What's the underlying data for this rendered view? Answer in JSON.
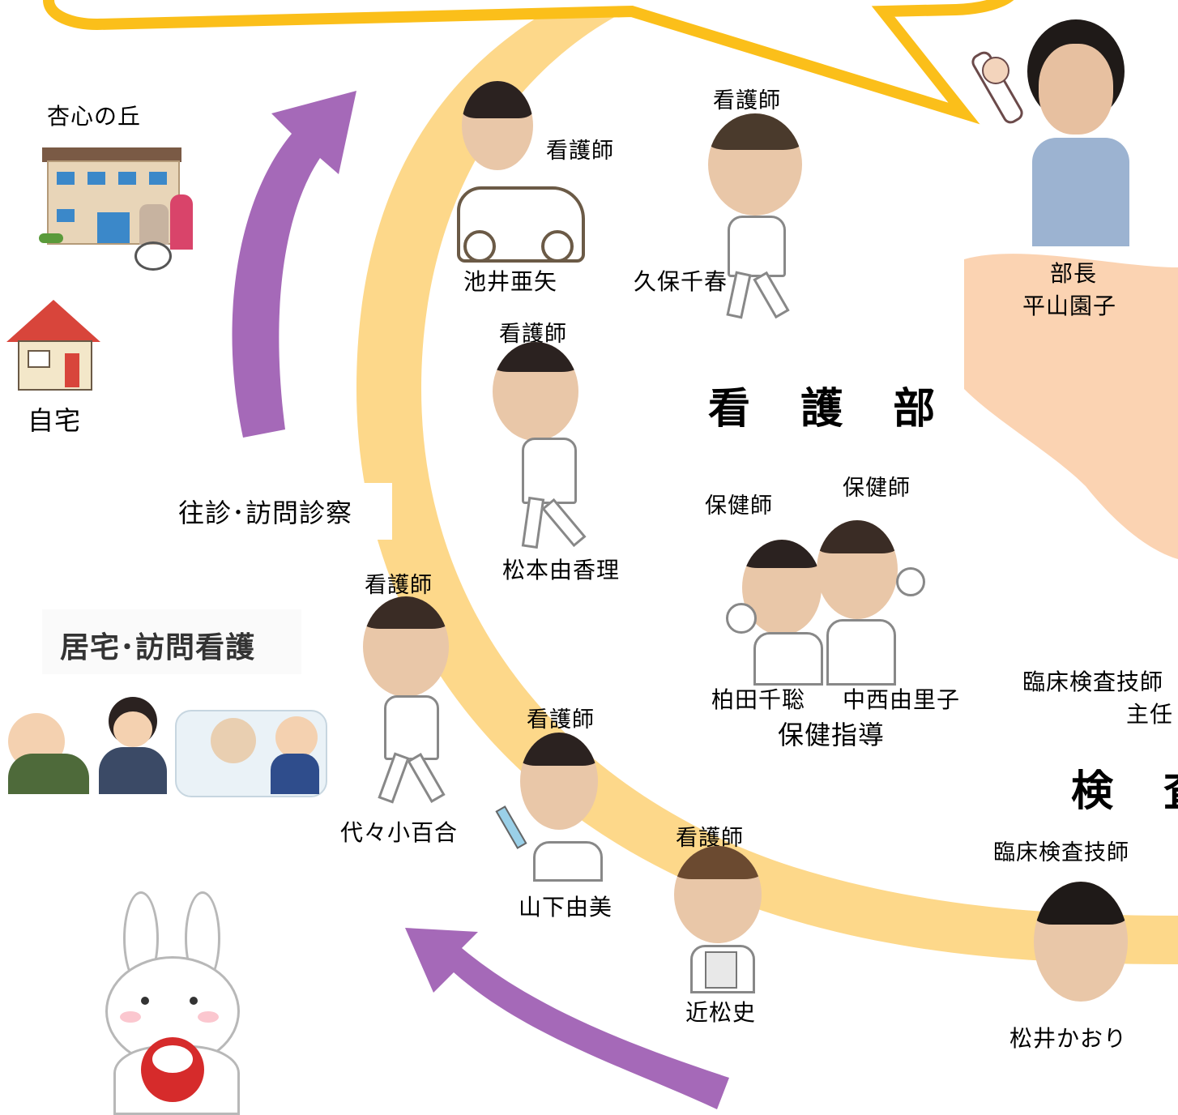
{
  "colors": {
    "ring": "#fdd88a",
    "speech_border": "#fbbf1a",
    "arrow": "#a569b8",
    "hand": "#fbd3b2"
  },
  "places": {
    "facility": "杏心の丘",
    "home": "自宅",
    "house_visit": "往診･訪問診察",
    "home_nursing": "居宅･訪問看護"
  },
  "nursing_dept": {
    "title": "看 護 部",
    "head": {
      "role": "部長",
      "name": "平山園子"
    },
    "staff": [
      {
        "role": "看護師",
        "name": "池井亜矢"
      },
      {
        "role": "看護師",
        "name": "久保千春"
      },
      {
        "role": "看護師",
        "name": "松本由香理"
      },
      {
        "role": "看護師",
        "name": "代々小百合"
      },
      {
        "role": "看護師",
        "name": "山下由美"
      },
      {
        "role": "看護師",
        "name": "近松史"
      }
    ],
    "health": {
      "role1": "保健師",
      "role2": "保健師",
      "name1": "柏田千聡",
      "name2": "中西由里子",
      "caption": "保健指導"
    }
  },
  "lab_dept": {
    "title": "検 査",
    "chief_role_line1": "臨床検査技師",
    "chief_role_line2": "主任",
    "staff_role": "臨床検査技師",
    "staff_name": "松井かおり"
  }
}
